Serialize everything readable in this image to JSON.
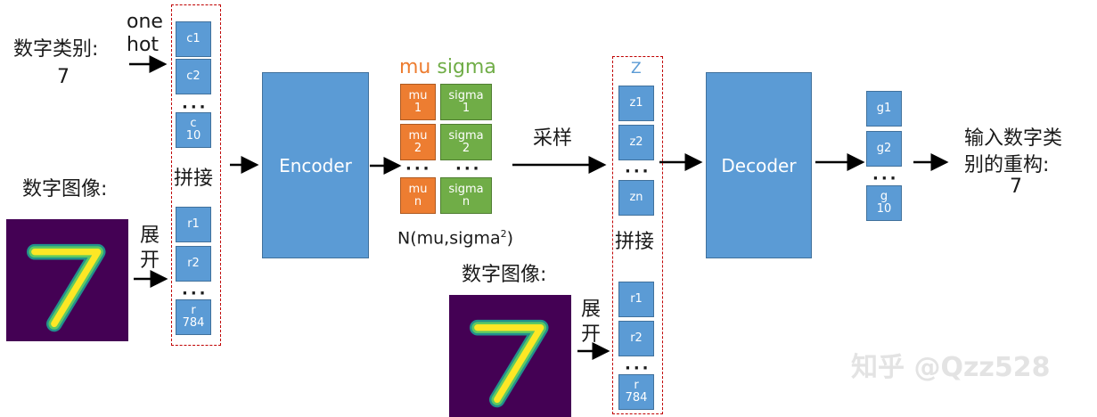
{
  "left": {
    "digit_class_label": "数字类别:",
    "digit_class_value": "7",
    "onehot_label": "one\nhot",
    "image_label": "数字图像:",
    "flatten_label": "展\n开",
    "concat_label": "拼接",
    "c_cells": [
      "c1",
      "c2",
      "c\n10"
    ],
    "r_cells": [
      "r1",
      "r2",
      "r\n784"
    ],
    "dots": "···"
  },
  "encoder": {
    "label": "Encoder"
  },
  "latent": {
    "mu_title": "mu",
    "sigma_title": "sigma",
    "mu_cells": [
      "mu\n1",
      "mu\n2",
      "mu\nn"
    ],
    "sigma_cells": [
      "sigma\n1",
      "sigma\n2",
      "sigma\nn"
    ],
    "dots": "···",
    "formula_text": "N(mu,sigma",
    "formula_sup": "2",
    "formula_close": ")",
    "mu_color": "#ed7d31",
    "sigma_color": "#70ad47"
  },
  "sampling": {
    "label": "采样"
  },
  "z_column": {
    "title": "Z",
    "z_cells": [
      "z1",
      "z2",
      "zn"
    ],
    "concat_label": "拼接",
    "r_cells": [
      "r1",
      "r2",
      "r\n784"
    ],
    "image_label": "数字图像:",
    "flatten_label": "展\n开",
    "dots": "···"
  },
  "decoder": {
    "label": "Decoder"
  },
  "output": {
    "g_cells": [
      "g1",
      "g2",
      "g\n10"
    ],
    "dots": "···",
    "label": "输入数字类\n别的重构:",
    "value": "7"
  },
  "watermark": "知乎 @Qzz528"
}
